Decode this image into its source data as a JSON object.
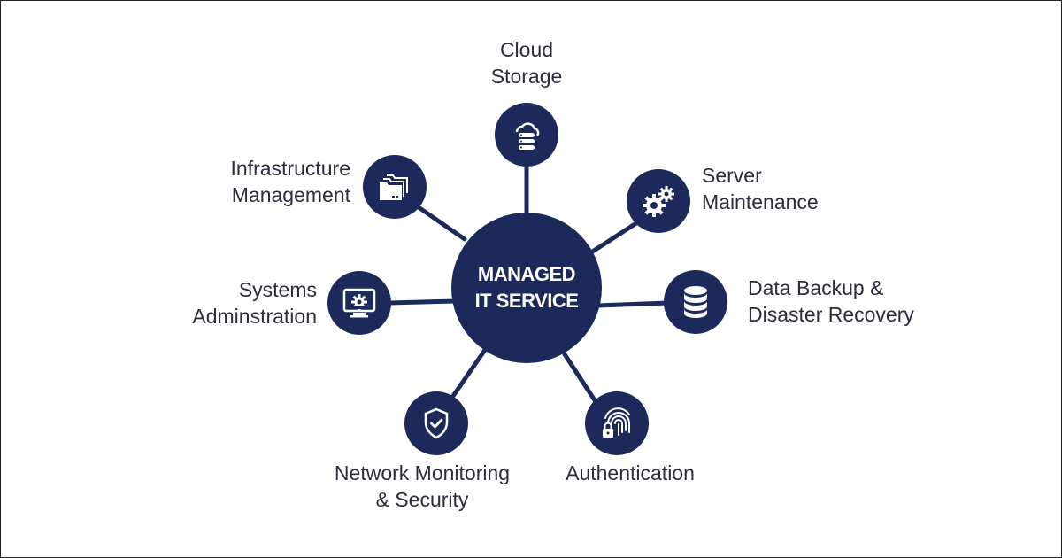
{
  "hub": {
    "line1": "MANAGED",
    "line2": "IT SERVICE"
  },
  "colors": {
    "node": "#1b2a5b",
    "text": "#2c2c3a",
    "background": "#ffffff"
  },
  "nodes": [
    {
      "icon": "cloud-server-icon",
      "line1": "Cloud",
      "line2": "Storage"
    },
    {
      "icon": "gears-icon",
      "line1": "Server",
      "line2": "Maintenance"
    },
    {
      "icon": "database-icon",
      "line1": "Data Backup &",
      "line2": "Disaster Recovery"
    },
    {
      "icon": "fingerprint-lock-icon",
      "line1": "Authentication",
      "line2": ""
    },
    {
      "icon": "shield-check-icon",
      "line1": "Network Monitoring",
      "line2": "& Security"
    },
    {
      "icon": "monitor-gear-icon",
      "line1": "Systems",
      "line2": "Adminstration"
    },
    {
      "icon": "folders-icon",
      "line1": "Infrastructure",
      "line2": "Management"
    }
  ]
}
